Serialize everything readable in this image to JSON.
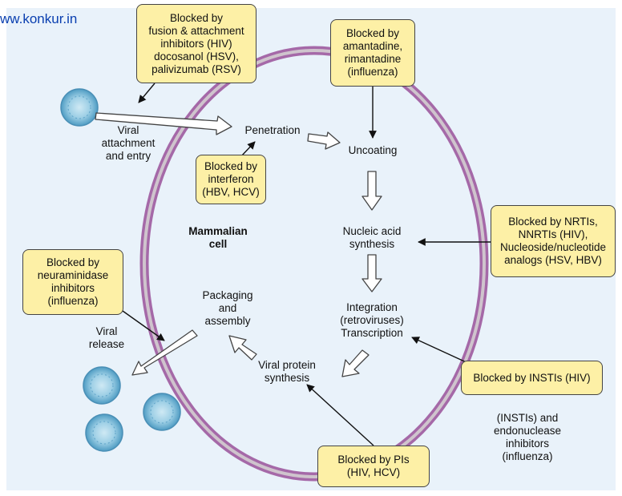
{
  "watermark": "ww.konkur.in",
  "colors": {
    "background": "#e9f2fa",
    "membrane_outer": "#a569a8",
    "membrane_inner": "#cfc4cd",
    "box_fill": "#fdf0a6",
    "arrow_fill": "#ffffff",
    "virus": "#72b6d8"
  },
  "cell_label": "Mammalian\ncell",
  "steps": {
    "viral_attachment": "Viral\nattachment\nand entry",
    "penetration": "Penetration",
    "uncoating": "Uncoating",
    "nucleic_acid": "Nucleic acid\nsynthesis",
    "integration": "Integration\n(retroviruses)\nTranscription",
    "viral_protein": "Viral protein\nsynthesis",
    "packaging": "Packaging\nand\nassembly",
    "viral_release": "Viral\nrelease"
  },
  "boxes": {
    "fusion": "Blocked by\nfusion & attachment\ninhibitors (HIV)\ndocosanol (HSV),\npalivizumab (RSV)",
    "amantadine": "Blocked by\namantadine,\nrimantadine\n(influenza)",
    "interferon": "Blocked by\ninterferon\n(HBV, HCV)",
    "nrti": "Blocked by NRTIs,\nNNRTIs (HIV),\nNucleoside/nucleotide\nanalogs (HSV, HBV)",
    "neuraminidase": "Blocked by\nneuraminidase\ninhibitors\n(influenza)",
    "insti": "Blocked by INSTIs (HIV)",
    "pi": "Blocked by PIs\n(HIV, HCV)"
  },
  "insti_note": "(INSTIs) and\nendonuclease\ninhibitors\n(influenza)"
}
